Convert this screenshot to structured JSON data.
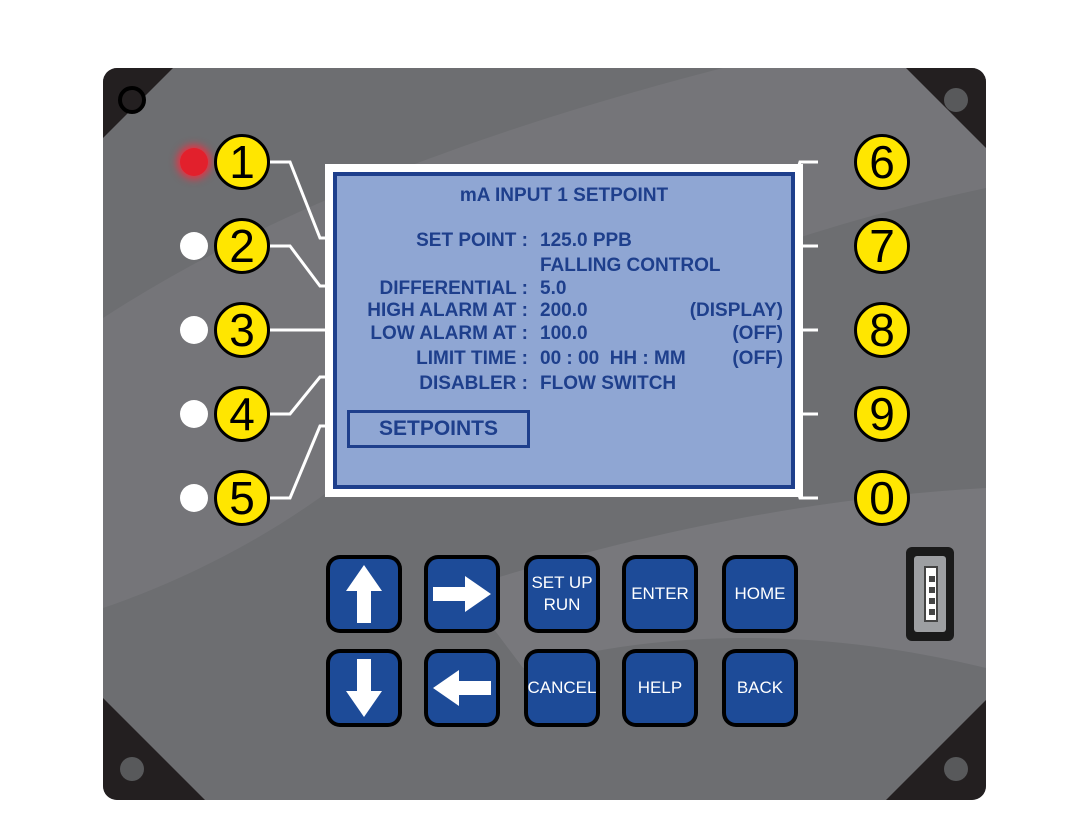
{
  "screen": {
    "title": "mA INPUT 1 SETPOINT",
    "rows": [
      {
        "label": "SET POINT :",
        "value": "125.0 PPB",
        "status": ""
      },
      {
        "label": "",
        "value": "FALLING CONTROL",
        "status": ""
      },
      {
        "label": "DIFFERENTIAL :",
        "value": "5.0",
        "status": ""
      },
      {
        "label": "HIGH ALARM AT :",
        "value": "200.0",
        "status": "(DISPLAY)"
      },
      {
        "label": "LOW ALARM AT :",
        "value": "100.0",
        "status": "(OFF)"
      },
      {
        "label": "LIMIT TIME :",
        "value": "00 : 00  HH : MM",
        "status": "(OFF)"
      },
      {
        "label": "DISABLER :",
        "value": "FLOW SWITCH",
        "status": ""
      }
    ],
    "softkey_label": "SETPOINTS"
  },
  "soft_buttons": {
    "left": [
      "1",
      "2",
      "3",
      "4",
      "5"
    ],
    "right": [
      "6",
      "7",
      "8",
      "9",
      "0"
    ]
  },
  "leds": [
    {
      "state": "on",
      "color": "#e2202c"
    },
    {
      "state": "off",
      "color": "#ffffff"
    },
    {
      "state": "off",
      "color": "#ffffff"
    },
    {
      "state": "off",
      "color": "#ffffff"
    },
    {
      "state": "off",
      "color": "#ffffff"
    }
  ],
  "keypad": {
    "up_icon": "arrow-up-icon",
    "right_icon": "arrow-right-icon",
    "down_icon": "arrow-down-icon",
    "left_icon": "arrow-left-icon",
    "setup_line1": "SET UP",
    "setup_line2": "RUN",
    "enter": "ENTER",
    "home": "HOME",
    "cancel": "CANCEL",
    "help": "HELP",
    "back": "BACK"
  },
  "colors": {
    "panel": "#6d6e71",
    "screen": "#8fa6d3",
    "screen_text": "#1e3f8c",
    "button_yellow": "#ffe600",
    "key_blue": "#1d4b98"
  }
}
